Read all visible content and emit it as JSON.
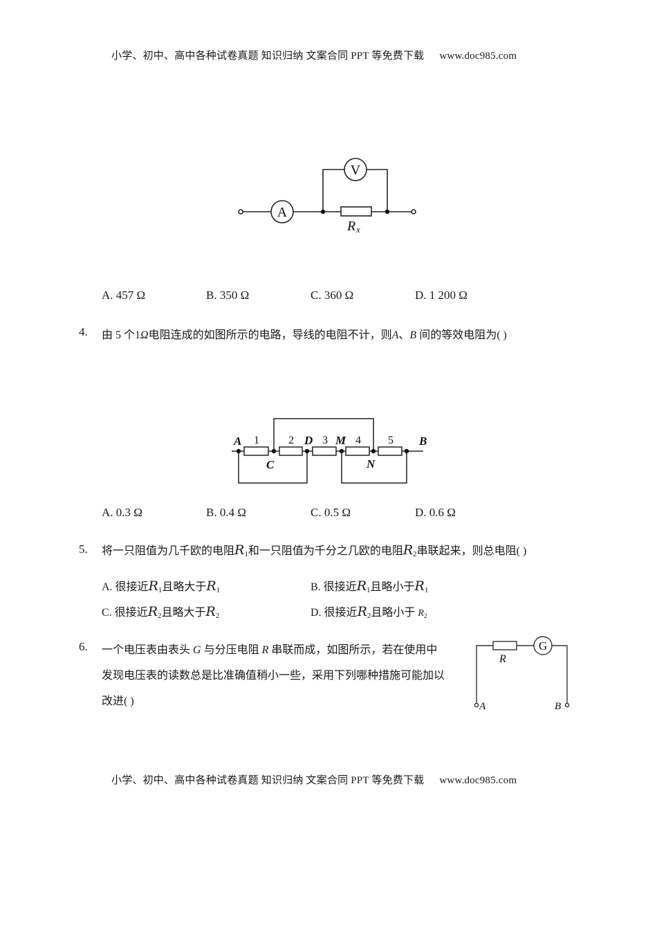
{
  "header": {
    "text": "小学、初中、高中各种试卷真题  知识归纳  文案合同  PPT 等免费下载",
    "url": "www.doc985.com"
  },
  "footer": {
    "text": "小学、初中、高中各种试卷真题  知识归纳  文案合同  PPT 等免费下载",
    "url": "www.doc985.com"
  },
  "figure1": {
    "ammeter": "A",
    "voltmeter": "V",
    "resistor_label": "R",
    "resistor_sub": "x"
  },
  "q3_options": [
    {
      "label": "A. 457 Ω"
    },
    {
      "label": "B. 350 Ω"
    },
    {
      "label": "C. 360 Ω"
    },
    {
      "label": "D. 1 200 Ω"
    }
  ],
  "q4": {
    "number": "4.",
    "text_a": "由 5 个1",
    "omega": "Ω",
    "text_b": "电阻连成的如图所示的电路，导线的电阻不计，则",
    "var_a": "A",
    "sep": "、",
    "var_b": "B",
    "text_c": " 间的等效电阻为",
    "paren": "( )",
    "figure": {
      "nodes": [
        "A",
        "C",
        "D",
        "M",
        "N",
        "B"
      ],
      "resistors": [
        "1",
        "2",
        "3",
        "4",
        "5"
      ]
    },
    "options": [
      {
        "label": "A. 0.3 Ω"
      },
      {
        "label": "B. 0.4 Ω"
      },
      {
        "label": "C. 0.5 Ω"
      },
      {
        "label": "D. 0.6 Ω"
      }
    ]
  },
  "q5": {
    "number": "5.",
    "text_a": "将一只阻值为几千欧的电阻",
    "r1": "R",
    "r1_sub": "1",
    "text_b": "和一只阻值为千分之几欧的电阻",
    "r2": "R",
    "r2_sub": "2",
    "text_c": "串联起来，则总电阻",
    "paren": "( )",
    "options": [
      {
        "prefix": "A. 很接近",
        "r": "R",
        "sub": "1",
        "mid": "且略大于",
        "r2": "R",
        "sub2": "1"
      },
      {
        "prefix": "B. 很接近",
        "r": "R",
        "sub": "1",
        "mid": "且略小于",
        "r2": "R",
        "sub2": "1"
      },
      {
        "prefix": "C. 很接近",
        "r": "R",
        "sub": "2",
        "mid": "且略大于",
        "r2": "R",
        "sub2": "2"
      },
      {
        "prefix": "D. 很接近",
        "r": "R",
        "sub": "2",
        "mid": "且略小于 ",
        "r2": "R",
        "sub2": "2"
      }
    ]
  },
  "q6": {
    "number": "6.",
    "line1_a": "一个电压表由表头 ",
    "var_g": "G",
    "line1_b": " 与分压电阻 ",
    "var_r": "R",
    "line1_c": " 串联而成，如图所示，若在使用中",
    "line2": "发现电压表的读数总是比准确值稍小一些，采用下列哪种措施可能加以",
    "line3": "改进(    )",
    "figure": {
      "resistor": "R",
      "meter": "G",
      "left_terminal": "A",
      "right_terminal": "B"
    }
  }
}
